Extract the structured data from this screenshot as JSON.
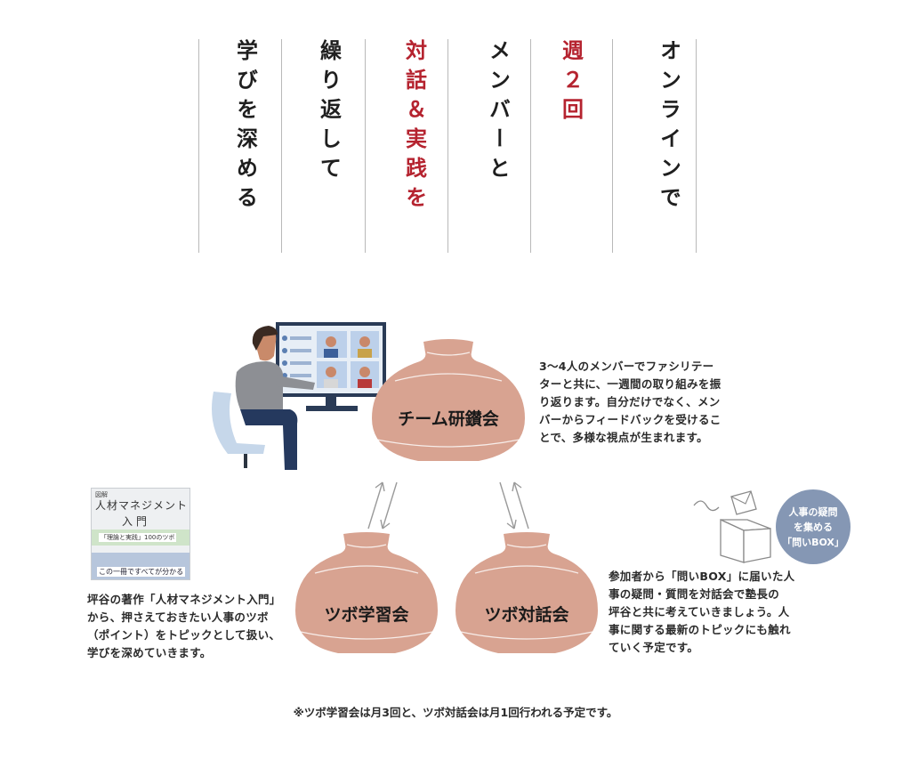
{
  "title_columns": [
    {
      "text": "オンラインで",
      "highlight": false
    },
    {
      "text": "週２回",
      "highlight": true
    },
    {
      "text": "メンバーと",
      "highlight": false
    },
    {
      "text": "対話＆実践を",
      "highlight": true
    },
    {
      "text": "繰り返して",
      "highlight": false
    },
    {
      "text": "学びを深める",
      "highlight": false
    }
  ],
  "pots": {
    "kenkyukai": {
      "label": "チーム研鑚会"
    },
    "gakushukai": {
      "label": "ツボ学習会"
    },
    "taiwakai": {
      "label": "ツボ対話会"
    }
  },
  "descriptions": {
    "kenkyukai": [
      "3〜4人のメンバーでファシリテー",
      "ターと共に、一週間の取り組みを振",
      "り返ります。自分だけでなく、メン",
      "バーからフィードバックを受けるこ",
      "とで、多様な視点が生まれます。"
    ],
    "gakushukai": [
      "坪谷の著作「人材マネジメント入門」",
      "から、押さえておきたい人事のツボ",
      "（ポイント）をトピックとして扱い、",
      "学びを深めていきます。"
    ],
    "taiwakai": [
      "参加者から「問いBOX」に届いた人",
      "事の疑問・質問を対話会で塾長の",
      "坪谷と共に考えていきましょう。人",
      "事に関する最新のトピックにも触れ",
      "ていく予定です。"
    ]
  },
  "badge": [
    "人事の疑問",
    "を集める",
    "「問いBOX」"
  ],
  "book": {
    "small": "図解",
    "title1": "人材マネジメント",
    "title2": "入門",
    "subtitle": "「理論と実践」100のツボ",
    "bottom": "この一冊ですべてが分かる"
  },
  "footnote": "※ツボ学習会は月3回と、ツボ対話会は月1回行われる予定です。",
  "colors": {
    "pot": "#d8a391",
    "pot_line": "#ffffff",
    "accent_red": "#b5232f",
    "badge": "#8597b4"
  }
}
